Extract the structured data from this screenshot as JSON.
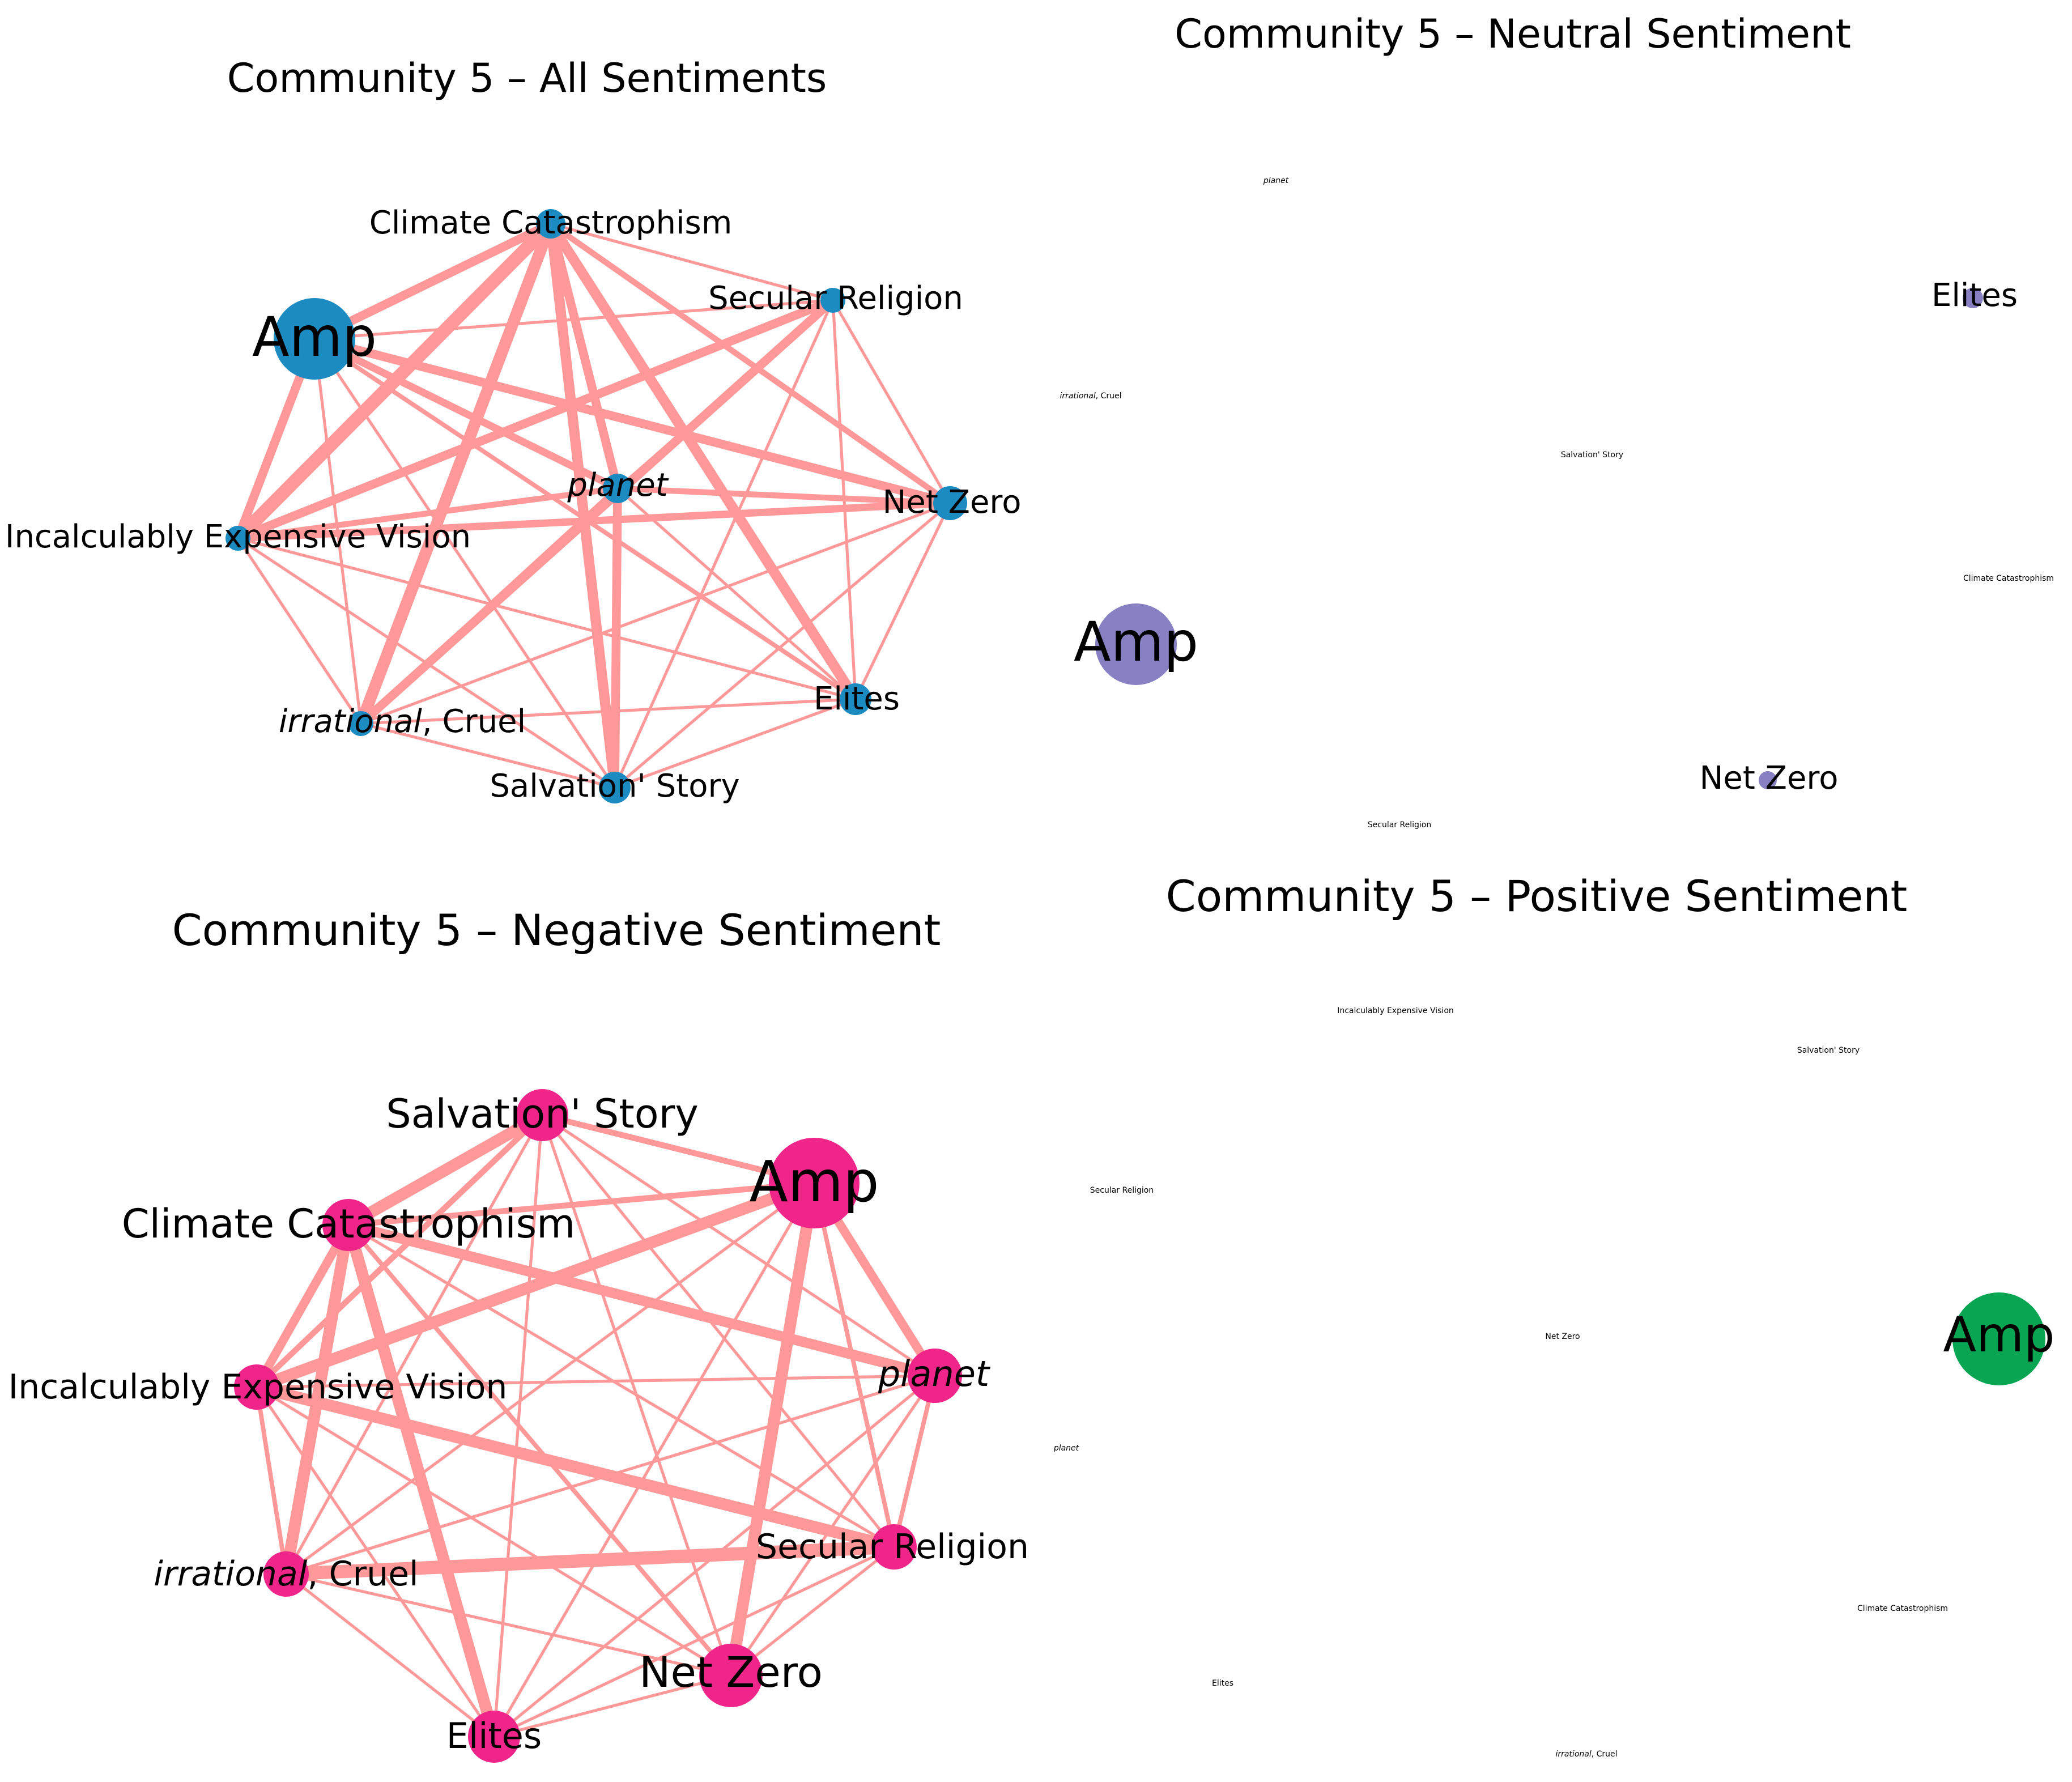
{
  "colors": {
    "edge": "#FF9999",
    "all_node": "#1B8BC2",
    "neutral_node": "#8780C2",
    "negative_node": "#F0258A",
    "positive_node": "#08A552"
  },
  "panels": [
    {
      "id": "all",
      "title": "Community 5 – All Sentiments",
      "color_key": "all_node",
      "nodes": [
        {
          "id": "amp",
          "label": "Amp",
          "weight": 1.0
        },
        {
          "id": "climate",
          "label": "Climate Catastrophism",
          "weight": 0.3
        },
        {
          "id": "secular",
          "label": "Secular Religion",
          "weight": 0.25
        },
        {
          "id": "netzero",
          "label": "Net Zero",
          "weight": 0.35
        },
        {
          "id": "elites",
          "label": "Elites",
          "weight": 0.3
        },
        {
          "id": "salvation",
          "label": "Salvation' Story",
          "weight": 0.3
        },
        {
          "id": "irrational",
          "label": "irrational, Cruel",
          "weight": 0.25
        },
        {
          "id": "incalculably",
          "label": "Incalculably Expensive Vision",
          "weight": 0.25
        },
        {
          "id": "planet",
          "label": "planet",
          "weight": 0.3
        }
      ],
      "edges": [
        {
          "source": "climate",
          "target": "incalculably",
          "weight": 9
        },
        {
          "source": "climate",
          "target": "irrational",
          "weight": 8
        },
        {
          "source": "climate",
          "target": "salvation",
          "weight": 7
        },
        {
          "source": "climate",
          "target": "elites",
          "weight": 7
        },
        {
          "source": "climate",
          "target": "amp",
          "weight": 6
        },
        {
          "source": "climate",
          "target": "planet",
          "weight": 6
        },
        {
          "source": "climate",
          "target": "netzero",
          "weight": 4
        },
        {
          "source": "climate",
          "target": "secular",
          "weight": 2
        },
        {
          "source": "amp",
          "target": "incalculably",
          "weight": 6
        },
        {
          "source": "amp",
          "target": "netzero",
          "weight": 6
        },
        {
          "source": "amp",
          "target": "planet",
          "weight": 5
        },
        {
          "source": "amp",
          "target": "elites",
          "weight": 3
        },
        {
          "source": "amp",
          "target": "secular",
          "weight": 2
        },
        {
          "source": "amp",
          "target": "irrational",
          "weight": 2
        },
        {
          "source": "amp",
          "target": "salvation",
          "weight": 2
        },
        {
          "source": "secular",
          "target": "incalculably",
          "weight": 6
        },
        {
          "source": "secular",
          "target": "irrational",
          "weight": 6
        },
        {
          "source": "secular",
          "target": "netzero",
          "weight": 2
        },
        {
          "source": "secular",
          "target": "elites",
          "weight": 2
        },
        {
          "source": "secular",
          "target": "salvation",
          "weight": 2
        },
        {
          "source": "secular",
          "target": "planet",
          "weight": 2
        },
        {
          "source": "planet",
          "target": "salvation",
          "weight": 6
        },
        {
          "source": "planet",
          "target": "irrational",
          "weight": 4
        },
        {
          "source": "planet",
          "target": "incalculably",
          "weight": 4
        },
        {
          "source": "planet",
          "target": "netzero",
          "weight": 4
        },
        {
          "source": "planet",
          "target": "elites",
          "weight": 2
        },
        {
          "source": "incalculably",
          "target": "netzero",
          "weight": 5
        },
        {
          "source": "incalculably",
          "target": "irrational",
          "weight": 2
        },
        {
          "source": "incalculably",
          "target": "salvation",
          "weight": 2
        },
        {
          "source": "incalculably",
          "target": "elites",
          "weight": 2
        },
        {
          "source": "netzero",
          "target": "irrational",
          "weight": 2
        },
        {
          "source": "netzero",
          "target": "elites",
          "weight": 2
        },
        {
          "source": "netzero",
          "target": "salvation",
          "weight": 2
        },
        {
          "source": "irrational",
          "target": "salvation",
          "weight": 2
        },
        {
          "source": "irrational",
          "target": "elites",
          "weight": 2
        },
        {
          "source": "elites",
          "target": "salvation",
          "weight": 2
        }
      ]
    },
    {
      "id": "neutral",
      "title": "Community 5 – Neutral Sentiment",
      "color_key": "neutral_node",
      "nodes": [
        {
          "id": "amp",
          "label": "Amp",
          "weight": 1.0
        },
        {
          "id": "elites",
          "label": "Elites",
          "weight": 0.25
        },
        {
          "id": "netzero",
          "label": "Net Zero",
          "weight": 0.25
        },
        {
          "id": "planet",
          "label": "planet",
          "weight": 0
        },
        {
          "id": "irrational",
          "label": "irrational, Cruel",
          "weight": 0
        },
        {
          "id": "salvation",
          "label": "Salvation' Story",
          "weight": 0
        },
        {
          "id": "climate",
          "label": "Climate Catastrophism",
          "weight": 0
        },
        {
          "id": "secular",
          "label": "Secular Religion",
          "weight": 0
        }
      ],
      "edges": []
    },
    {
      "id": "negative",
      "title": "Community 5 – Negative Sentiment",
      "color_key": "negative_node",
      "nodes": [
        {
          "id": "amp",
          "label": "Amp",
          "weight": 1.0
        },
        {
          "id": "salvation",
          "label": "Salvation' Story",
          "weight": 0.55
        },
        {
          "id": "climate",
          "label": "Climate Catastrophism",
          "weight": 0.55
        },
        {
          "id": "incalculably",
          "label": "Incalculably Expensive Vision",
          "weight": 0.45
        },
        {
          "id": "planet",
          "label": "planet",
          "weight": 0.55
        },
        {
          "id": "irrational",
          "label": "irrational, Cruel",
          "weight": 0.45
        },
        {
          "id": "secular",
          "label": "Secular Religion",
          "weight": 0.45
        },
        {
          "id": "netzero",
          "label": "Net Zero",
          "weight": 0.65
        },
        {
          "id": "elites",
          "label": "Elites",
          "weight": 0.55
        }
      ],
      "edges": [
        {
          "source": "salvation",
          "target": "climate",
          "weight": 8
        },
        {
          "source": "salvation",
          "target": "amp",
          "weight": 4
        },
        {
          "source": "salvation",
          "target": "incalculably",
          "weight": 4
        },
        {
          "source": "salvation",
          "target": "netzero",
          "weight": 2
        },
        {
          "source": "salvation",
          "target": "secular",
          "weight": 2
        },
        {
          "source": "salvation",
          "target": "irrational",
          "weight": 2
        },
        {
          "source": "salvation",
          "target": "elites",
          "weight": 2
        },
        {
          "source": "salvation",
          "target": "planet",
          "weight": 2
        },
        {
          "source": "amp",
          "target": "incalculably",
          "weight": 8
        },
        {
          "source": "amp",
          "target": "netzero",
          "weight": 8
        },
        {
          "source": "amp",
          "target": "planet",
          "weight": 6
        },
        {
          "source": "amp",
          "target": "climate",
          "weight": 4
        },
        {
          "source": "amp",
          "target": "secular",
          "weight": 3
        },
        {
          "source": "amp",
          "target": "irrational",
          "weight": 2
        },
        {
          "source": "amp",
          "target": "elites",
          "weight": 2
        },
        {
          "source": "climate",
          "target": "planet",
          "weight": 7
        },
        {
          "source": "climate",
          "target": "irrational",
          "weight": 8
        },
        {
          "source": "climate",
          "target": "elites",
          "weight": 8
        },
        {
          "source": "climate",
          "target": "incalculably",
          "weight": 6
        },
        {
          "source": "climate",
          "target": "netzero",
          "weight": 3
        },
        {
          "source": "climate",
          "target": "secular",
          "weight": 2
        },
        {
          "source": "incalculably",
          "target": "secular",
          "weight": 8
        },
        {
          "source": "incalculably",
          "target": "irrational",
          "weight": 3
        },
        {
          "source": "incalculably",
          "target": "planet",
          "weight": 2
        },
        {
          "source": "incalculably",
          "target": "netzero",
          "weight": 2
        },
        {
          "source": "incalculably",
          "target": "elites",
          "weight": 2
        },
        {
          "source": "irrational",
          "target": "secular",
          "weight": 9
        },
        {
          "source": "irrational",
          "target": "netzero",
          "weight": 2
        },
        {
          "source": "irrational",
          "target": "elites",
          "weight": 2
        },
        {
          "source": "irrational",
          "target": "planet",
          "weight": 2
        },
        {
          "source": "planet",
          "target": "secular",
          "weight": 3
        },
        {
          "source": "planet",
          "target": "netzero",
          "weight": 2
        },
        {
          "source": "planet",
          "target": "elites",
          "weight": 2
        },
        {
          "source": "secular",
          "target": "netzero",
          "weight": 2
        },
        {
          "source": "secular",
          "target": "elites",
          "weight": 2
        },
        {
          "source": "netzero",
          "target": "elites",
          "weight": 2
        }
      ]
    },
    {
      "id": "positive",
      "title": "Community 5 – Positive Sentiment",
      "color_key": "positive_node",
      "nodes": [
        {
          "id": "amp",
          "label": "Amp",
          "weight": 1.0
        },
        {
          "id": "incalculably",
          "label": "Incalculably Expensive Vision",
          "weight": 0
        },
        {
          "id": "salvation",
          "label": "Salvation' Story",
          "weight": 0
        },
        {
          "id": "secular",
          "label": "Secular Religion",
          "weight": 0
        },
        {
          "id": "netzero",
          "label": "Net Zero",
          "weight": 0
        },
        {
          "id": "planet",
          "label": "planet",
          "weight": 0
        },
        {
          "id": "climate",
          "label": "Climate Catastrophism",
          "weight": 0
        },
        {
          "id": "elites",
          "label": "Elites",
          "weight": 0
        },
        {
          "id": "irrational",
          "label": "irrational, Cruel",
          "weight": 0
        }
      ],
      "edges": []
    }
  ]
}
